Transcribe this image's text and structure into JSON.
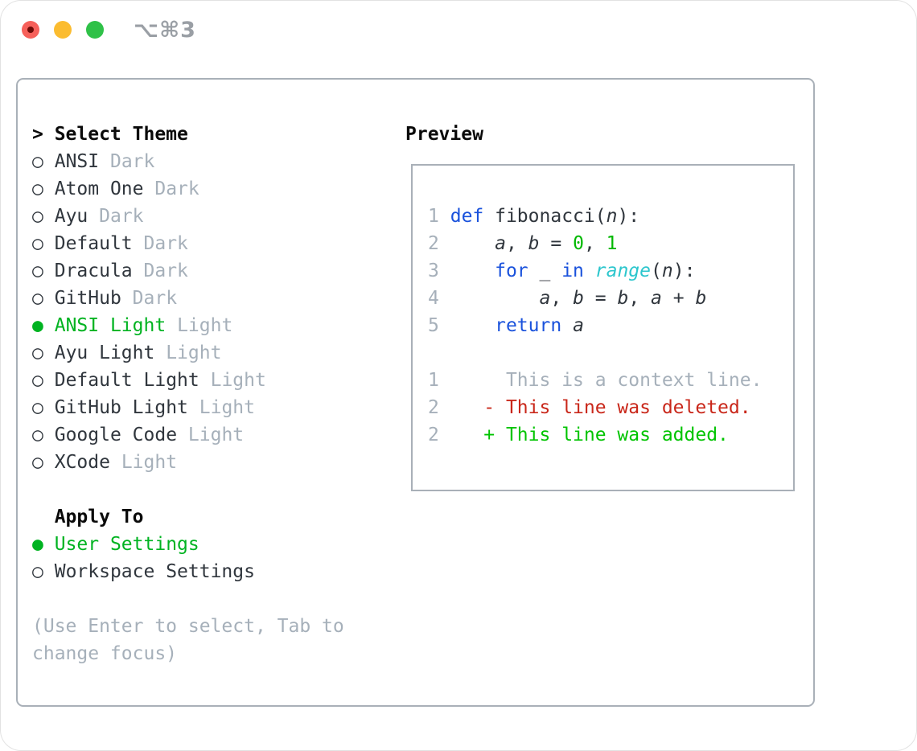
{
  "window": {
    "title": "⌥⌘3"
  },
  "colors": {
    "fg": "#30363d",
    "muted": "#a6b0ba",
    "headerColor": "#0a0a0a",
    "green": "#00b321",
    "add": "#00c400",
    "del": "#c9271a",
    "kw": "#1a52dc",
    "fn": "#2cc6cd",
    "numlit": "#00b800",
    "ln": "#a6b0ba",
    "border": "#a9b0b8",
    "trafficRed": "#f6605a",
    "trafficRedDot": "#6d0a06",
    "trafficYellow": "#fbbc30",
    "trafficGreen": "#2fc148",
    "titleGray": "#9a9fa5"
  },
  "traffic_lights": {
    "close": "close-button",
    "minimize": "minimize-button",
    "zoom": "zoom-button"
  },
  "theme_panel": {
    "header": {
      "prefix": ">",
      "label": "Select Theme"
    },
    "radio_unselected_icon": "○",
    "radio_selected_icon": "●",
    "items": [
      {
        "label": "ANSI",
        "variant": "Dark",
        "selected": false
      },
      {
        "label": "Atom One",
        "variant": "Dark",
        "selected": false
      },
      {
        "label": "Ayu",
        "variant": "Dark",
        "selected": false
      },
      {
        "label": "Default",
        "variant": "Dark",
        "selected": false
      },
      {
        "label": "Dracula",
        "variant": "Dark",
        "selected": false
      },
      {
        "label": "GitHub",
        "variant": "Dark",
        "selected": false
      },
      {
        "label": "ANSI Light",
        "variant": "Light",
        "selected": true
      },
      {
        "label": "Ayu Light",
        "variant": "Light",
        "selected": false
      },
      {
        "label": "Default Light",
        "variant": "Light",
        "selected": false
      },
      {
        "label": "GitHub Light",
        "variant": "Light",
        "selected": false
      },
      {
        "label": "Google Code",
        "variant": "Light",
        "selected": false
      },
      {
        "label": "XCode",
        "variant": "Light",
        "selected": false
      }
    ],
    "apply_to": {
      "header": "Apply To",
      "options": [
        {
          "label": "User Settings",
          "selected": true
        },
        {
          "label": "Workspace Settings",
          "selected": false
        }
      ]
    },
    "hint_lines": [
      "(Use Enter to select, Tab to",
      "change focus)"
    ]
  },
  "preview_panel": {
    "title": "Preview",
    "code_lines": [
      {
        "num": "1",
        "tokens": [
          [
            "def",
            "kw"
          ],
          [
            " fibonacci(",
            "fg"
          ],
          [
            "n",
            "var"
          ],
          [
            "):",
            "fg"
          ]
        ]
      },
      {
        "num": "2",
        "tokens": [
          [
            "    ",
            "fg"
          ],
          [
            "a",
            "var"
          ],
          [
            ", ",
            "fg"
          ],
          [
            "b",
            "var"
          ],
          [
            " = ",
            "fg"
          ],
          [
            "0",
            "num"
          ],
          [
            ", ",
            "fg"
          ],
          [
            "1",
            "num"
          ]
        ]
      },
      {
        "num": "3",
        "tokens": [
          [
            "    ",
            "fg"
          ],
          [
            "for",
            "kw"
          ],
          [
            " _ ",
            "fg"
          ],
          [
            "in",
            "kw"
          ],
          [
            " ",
            "fg"
          ],
          [
            "range",
            "fn"
          ],
          [
            "(",
            "fg"
          ],
          [
            "n",
            "var"
          ],
          [
            "):",
            "fg"
          ]
        ]
      },
      {
        "num": "4",
        "tokens": [
          [
            "        ",
            "fg"
          ],
          [
            "a",
            "var"
          ],
          [
            ", ",
            "fg"
          ],
          [
            "b",
            "var"
          ],
          [
            " = ",
            "fg"
          ],
          [
            "b",
            "var"
          ],
          [
            ", ",
            "fg"
          ],
          [
            "a",
            "var"
          ],
          [
            " + ",
            "fg"
          ],
          [
            "b",
            "var"
          ]
        ]
      },
      {
        "num": "5",
        "tokens": [
          [
            "    ",
            "fg"
          ],
          [
            "return",
            "kw"
          ],
          [
            " ",
            "fg"
          ],
          [
            "a",
            "var"
          ]
        ]
      },
      {
        "blank": true
      },
      {
        "num": "1",
        "tokens": [
          [
            "     This is a context line.",
            "ctx"
          ]
        ]
      },
      {
        "num": "2",
        "tokens": [
          [
            "   - This line was deleted.",
            "del"
          ]
        ]
      },
      {
        "num": "2",
        "tokens": [
          [
            "   + This line was added.",
            "add"
          ]
        ]
      }
    ]
  }
}
